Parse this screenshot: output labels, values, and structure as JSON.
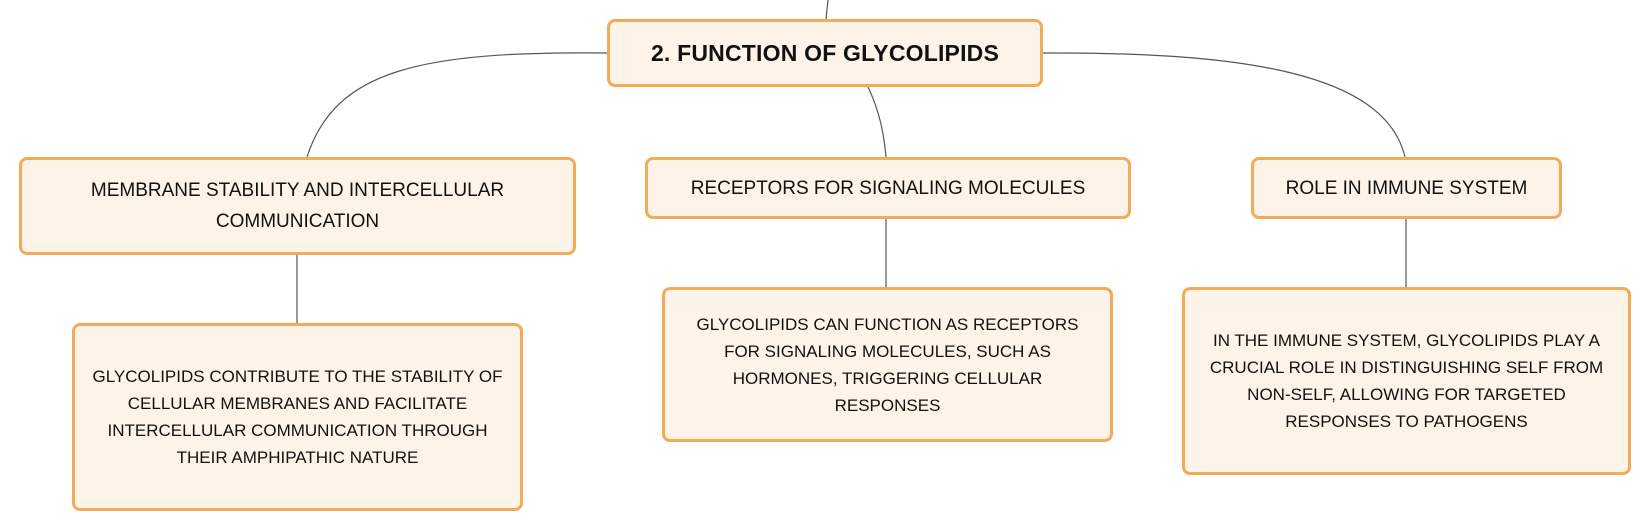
{
  "root": {
    "label": "2. FUNCTION OF GLYCOLIPIDS"
  },
  "topics": [
    {
      "label": "MEMBRANE STABILITY AND INTERCELLULAR COMMUNICATION",
      "detail": "GLYCOLIPIDS CONTRIBUTE TO THE STABILITY OF CELLULAR MEMBRANES AND FACILITATE INTERCELLULAR COMMUNICATION THROUGH THEIR AMPHIPATHIC NATURE"
    },
    {
      "label": "RECEPTORS FOR SIGNALING MOLECULES",
      "detail": "GLYCOLIPIDS CAN FUNCTION AS RECEPTORS FOR SIGNALING MOLECULES, SUCH AS HORMONES, TRIGGERING CELLULAR RESPONSES"
    },
    {
      "label": "ROLE IN IMMUNE SYSTEM",
      "detail": "IN THE IMMUNE SYSTEM, GLYCOLIPIDS PLAY A CRUCIAL ROLE IN DISTINGUISHING SELF FROM NON-SELF, ALLOWING FOR TARGETED RESPONSES TO PATHOGENS"
    }
  ],
  "colors": {
    "node_fill": "#fdf3e9",
    "node_border": "#f2ab57",
    "connector": "#555555"
  }
}
